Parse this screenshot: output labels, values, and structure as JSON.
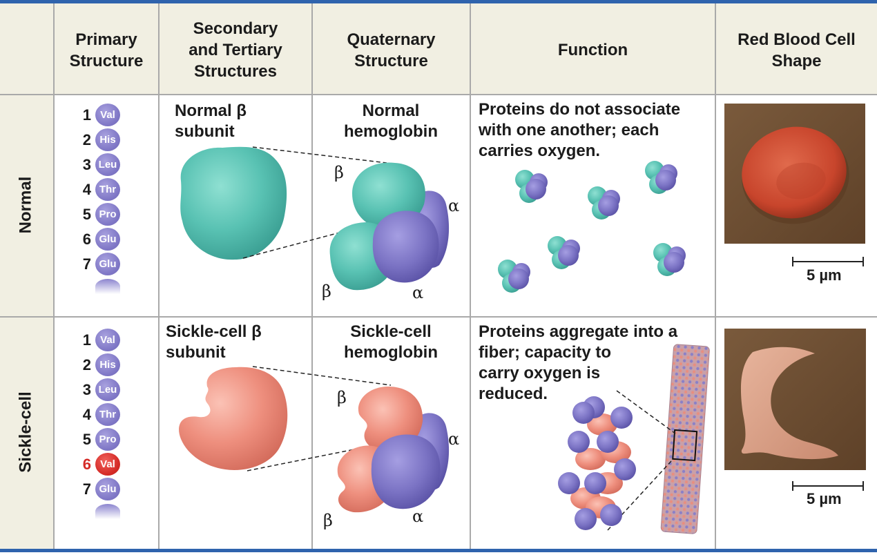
{
  "headers": {
    "primary": "Primary Structure",
    "secondary": "Secondary and Tertiary Structures",
    "quaternary": "Quaternary Structure",
    "function": "Function",
    "rbc": "Red Blood Cell Shape"
  },
  "rows": {
    "normal": {
      "label": "Normal",
      "sequence": [
        {
          "num": "1",
          "aa": "Val",
          "mutated": false
        },
        {
          "num": "2",
          "aa": "His",
          "mutated": false
        },
        {
          "num": "3",
          "aa": "Leu",
          "mutated": false
        },
        {
          "num": "4",
          "aa": "Thr",
          "mutated": false
        },
        {
          "num": "5",
          "aa": "Pro",
          "mutated": false
        },
        {
          "num": "6",
          "aa": "Glu",
          "mutated": false
        },
        {
          "num": "7",
          "aa": "Glu",
          "mutated": false
        }
      ],
      "subunit_label": "Normal β subunit",
      "hemoglobin_label": "Normal hemoglobin",
      "beta": "β",
      "alpha": "α",
      "function_text": "Proteins do not associate with one another; each carries oxygen.",
      "scale": "5 µm"
    },
    "sickle": {
      "label": "Sickle-cell",
      "sequence": [
        {
          "num": "1",
          "aa": "Val",
          "mutated": false
        },
        {
          "num": "2",
          "aa": "His",
          "mutated": false
        },
        {
          "num": "3",
          "aa": "Leu",
          "mutated": false
        },
        {
          "num": "4",
          "aa": "Thr",
          "mutated": false
        },
        {
          "num": "5",
          "aa": "Pro",
          "mutated": false
        },
        {
          "num": "6",
          "aa": "Val",
          "mutated": true
        },
        {
          "num": "7",
          "aa": "Glu",
          "mutated": false
        }
      ],
      "subunit_label": "Sickle-cell β subunit",
      "hemoglobin_label": "Sickle-cell hemoglobin",
      "beta": "β",
      "alpha": "α",
      "function_text": "Proteins aggregate into a fiber; capacity to carry oxygen is reduced.",
      "scale": "5 µm"
    }
  },
  "colors": {
    "normal_beta": "#59c2b3",
    "sickle_beta": "#ee8f7e",
    "alpha": "#7b73c4",
    "mutation": "#d52a26",
    "header_bg": "#f1efe2",
    "border_blue": "#2f63ad"
  }
}
